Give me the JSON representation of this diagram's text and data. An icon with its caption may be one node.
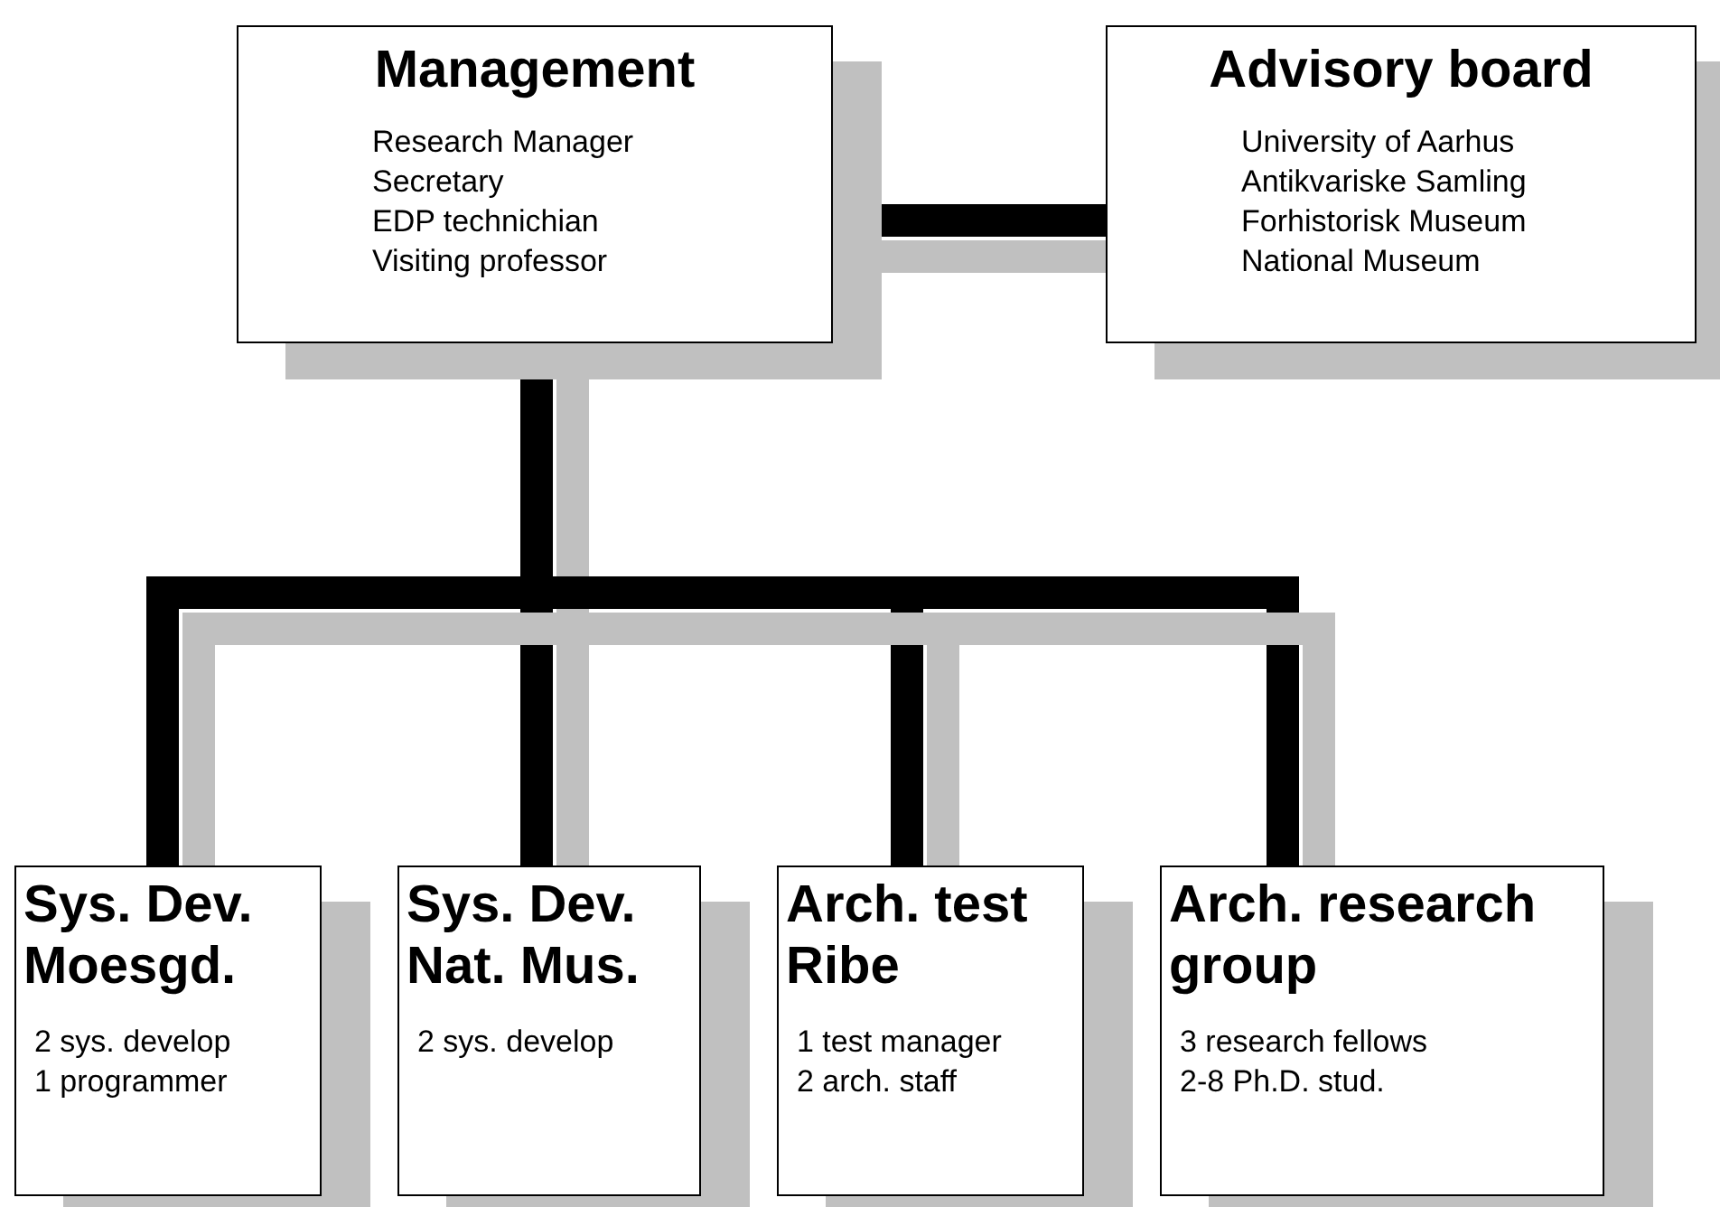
{
  "diagram": {
    "nodes": [
      {
        "text": [
          "Management",
          "Research Manager",
          "Secretary",
          "EDP technichian",
          "Visiting professor"
        ]
      },
      {
        "text": [
          "Advisory board",
          "University of Aarhus",
          "Antikvariske Samling",
          "Forhistorisk Museum",
          "National Museum"
        ]
      },
      {
        "text": [],
        "shape": "bar"
      },
      {
        "text": [
          "Sys. Dev. Moesgd.",
          "2 sys. develop",
          "1 programmer"
        ]
      },
      {
        "text": [
          "Sys. Dev. Nat. Mus.",
          "2 sys. develop"
        ]
      },
      {
        "text": [
          "Arch. test Ribe",
          "1 test manager",
          "2 arch. staff"
        ]
      },
      {
        "text": [
          "Arch. research group",
          "3 research fellows",
          "2-8 Ph.D. stud."
        ]
      }
    ],
    "edges": [
      {
        "from": 0,
        "to": 1,
        "arrow": "none"
      },
      {
        "from": 0,
        "to": 2,
        "arrow": "none"
      },
      {
        "from": 2,
        "to": 3,
        "arrow": "none"
      },
      {
        "from": 2,
        "to": 4,
        "arrow": "none"
      },
      {
        "from": 2,
        "to": 5,
        "arrow": "none"
      },
      {
        "from": 2,
        "to": 6,
        "arrow": "none"
      }
    ]
  }
}
